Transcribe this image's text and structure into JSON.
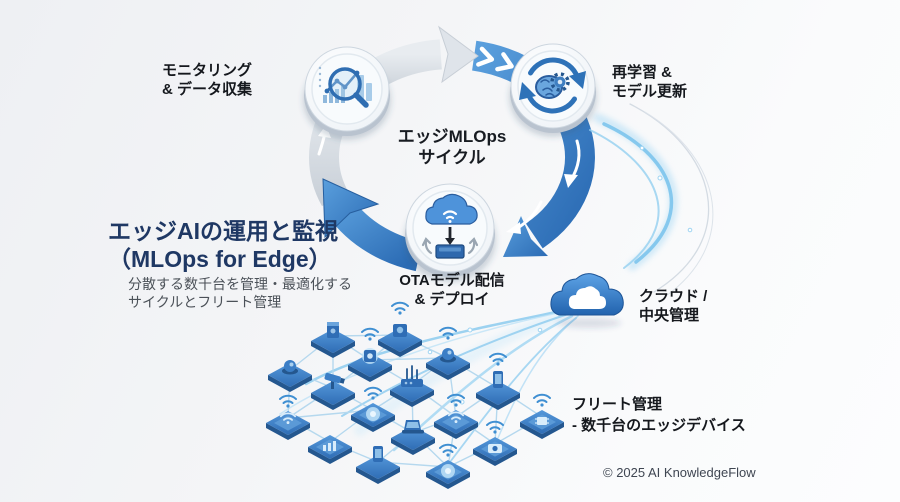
{
  "header": {
    "title_line1": "エッジAIの運用と監視",
    "title_line2": "（MLOps for Edge）",
    "subtitle_line1": "分散する数千台を管理・最適化する",
    "subtitle_line2": "サイクルとフリート管理"
  },
  "cycle": {
    "center_line1": "エッジMLOps",
    "center_line2": "サイクル",
    "nodes": [
      {
        "id": "monitoring",
        "label_line1": "モニタリング",
        "label_line2": "& データ収集",
        "icon": "magnifier-chart-icon"
      },
      {
        "id": "retrain",
        "label_line1": "再学習 &",
        "label_line2": "モデル更新",
        "icon": "brain-gear-refresh-icon"
      },
      {
        "id": "ota",
        "label_line1": "OTAモデル配信",
        "label_line2": "& デプロイ",
        "icon": "cloud-download-device-icon"
      }
    ]
  },
  "cloud": {
    "label_line1": "クラウド /",
    "label_line2": "中央管理",
    "icon": "cloud-icon"
  },
  "fleet": {
    "label_line1": "フリート管理",
    "label_line2": "- 数千台のエッジデバイス"
  },
  "footer": {
    "copyright": "© 2025 AI KnowledgeFlow"
  },
  "icons": {
    "mesh_devices": [
      "box-device-icon",
      "sensor-icon",
      "dome-camera-icon",
      "cctv-camera-icon",
      "router-icon",
      "phone-icon",
      "laptop-icon",
      "wifi-tile-icon",
      "chip-tile-icon",
      "glow-tile-icon",
      "bars-tile-icon",
      "camera-tile-icon"
    ]
  },
  "colors": {
    "accent_blue": "#2f6db5",
    "arc_blue": "#3478bd",
    "arc_gray": "#dde2e8",
    "stream_blue": "#8ccbef",
    "mesh_line": "#b5d8ee",
    "title_navy": "#1f3864",
    "text_dark": "#15181d"
  }
}
